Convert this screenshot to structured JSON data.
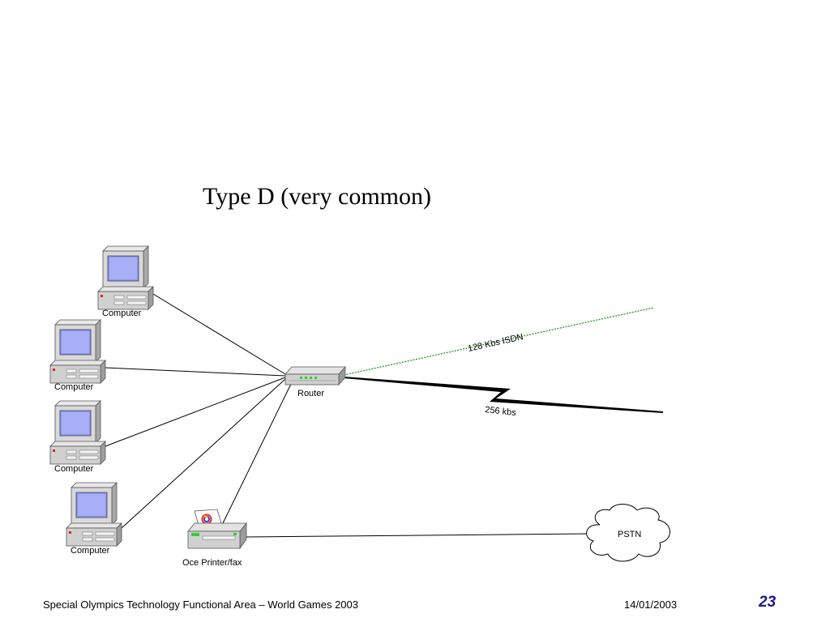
{
  "slide": {
    "title": "Type D (very common)",
    "footer": {
      "left_text": "Special Olympics Technology Functional Area – World Games 2003",
      "date": "14/01/2003",
      "page_number": "23"
    }
  },
  "diagram": {
    "nodes": {
      "computer_1": {
        "label": "Computer",
        "icon": "desktop-computer-icon"
      },
      "computer_2": {
        "label": "Computer",
        "icon": "desktop-computer-icon"
      },
      "computer_3": {
        "label": "Computer",
        "icon": "desktop-computer-icon"
      },
      "computer_4": {
        "label": "Computer",
        "icon": "desktop-computer-icon"
      },
      "router": {
        "label": "Router",
        "icon": "router-icon"
      },
      "printer": {
        "label": "Oce Printer/fax",
        "icon": "printer-fax-icon"
      },
      "pstn": {
        "label": "PSTN",
        "icon": "cloud-icon"
      }
    },
    "links": {
      "isdn": {
        "label": "128 Kbs ISDN",
        "color": "#2aa02a",
        "style": "dotted"
      },
      "leased": {
        "label": "256 kbs",
        "color": "#000000",
        "style": "lightning"
      }
    },
    "edges": [
      {
        "from": "computer_1",
        "to": "router"
      },
      {
        "from": "computer_2",
        "to": "router"
      },
      {
        "from": "computer_3",
        "to": "router"
      },
      {
        "from": "computer_4",
        "to": "router"
      },
      {
        "from": "printer",
        "to": "router"
      },
      {
        "from": "printer",
        "to": "pstn"
      }
    ]
  }
}
